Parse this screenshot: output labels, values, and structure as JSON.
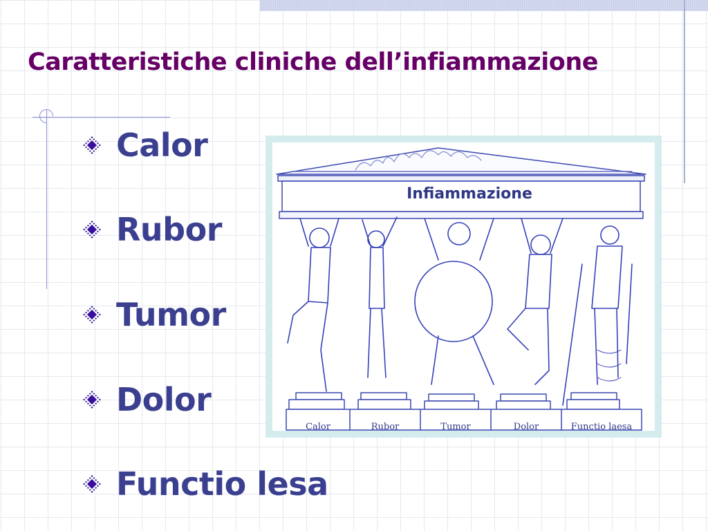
{
  "slide": {
    "title": "Caratteristiche cliniche dell’infiammazione",
    "colors": {
      "title": "#660066",
      "bullet_text": "#3b3f8f",
      "bullet_icon": "#3a0fa0",
      "figure_border": "#d5ecef",
      "grid": "#e6e8ef"
    },
    "bullets": [
      {
        "icon": "diamond-bullet-icon",
        "label": "Calor"
      },
      {
        "icon": "diamond-bullet-icon",
        "label": "Rubor"
      },
      {
        "icon": "diamond-bullet-icon",
        "label": "Tumor"
      },
      {
        "icon": "diamond-bullet-icon",
        "label": "Dolor"
      },
      {
        "icon": "diamond-bullet-icon",
        "label": "Functio lesa"
      }
    ],
    "figure": {
      "banner": "Infiammazione",
      "plinths": [
        "Calor",
        "Rubor",
        "Tumor",
        "Dolor",
        "Functio laesa"
      ]
    }
  }
}
